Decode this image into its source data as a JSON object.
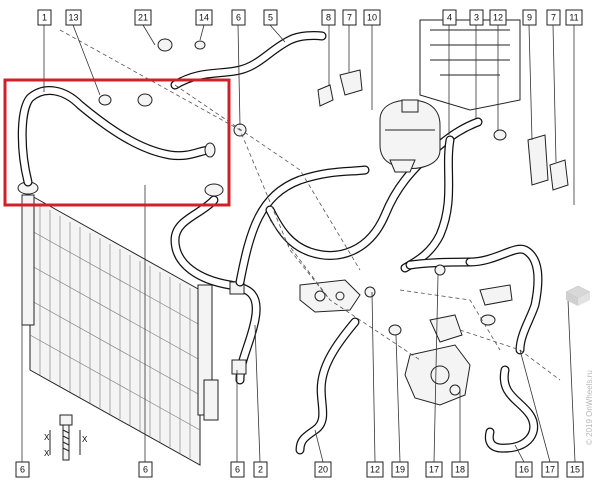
{
  "labels": {
    "l1": "1",
    "l13": "13",
    "l21": "21",
    "l14": "14",
    "l6a": "6",
    "l5": "5",
    "l8": "8",
    "l7a": "7",
    "l10": "10",
    "l4": "4",
    "l3": "3",
    "l12a": "12",
    "l9": "9",
    "l7b": "7",
    "l11": "11",
    "b6a": "6",
    "b6b": "6",
    "b6c": "6",
    "b2": "2",
    "b20": "20",
    "b12": "12",
    "b19": "19",
    "b17a": "17",
    "b18": "18",
    "b16": "16",
    "b17b": "17",
    "b15": "15"
  },
  "annotations": {
    "x1": "X",
    "x2": "X",
    "x3": "X"
  },
  "watermark": "© 2019 OnWheels.ru",
  "highlight_color": "#d0202a"
}
